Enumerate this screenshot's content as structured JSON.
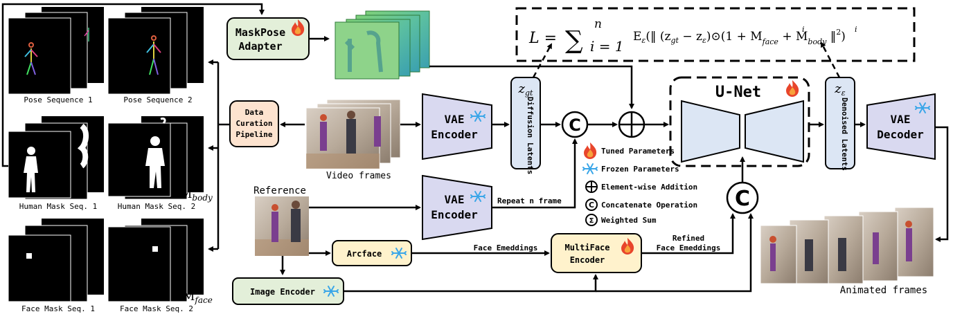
{
  "pose": {
    "seq1_label": "Pose Sequence 1",
    "seq2_label": "Pose Sequence 2"
  },
  "mask": {
    "seq1_label": "Human Mask Seq. 1",
    "seq2_label": "Human Mask Seq. 2",
    "body_tag": "M",
    "body_sub": "body"
  },
  "face": {
    "seq1_label": "Face Mask Seq. 1",
    "seq2_label": "Face Mask Seq. 2",
    "face_tag": "M",
    "face_sub": "face"
  },
  "adapter": {
    "line1": "MaskPose",
    "line2": "Adapter"
  },
  "curation": {
    "line1": "Data",
    "line2": "Curation",
    "line3": "Pipeline"
  },
  "video": {
    "label": "Video frames"
  },
  "reference": {
    "label": "Reference"
  },
  "vae_encoder_top": {
    "line1": "VAE",
    "line2": "Encoder"
  },
  "vae_encoder_bottom": {
    "line1": "VAE",
    "line2": "Encoder",
    "repeat": "Repeat n frame"
  },
  "diffusion_latents": {
    "symbol": "z",
    "sub": "gt",
    "text": "Diffusion Latents"
  },
  "denoised_latents": {
    "symbol": "z",
    "sub": "ε",
    "text": "Denoised Latents"
  },
  "unet": {
    "label": "U-Net"
  },
  "vae_decoder": {
    "line1": "VAE",
    "line2": "Decoder"
  },
  "animated": {
    "label": "Animated frames"
  },
  "arcface": {
    "label": "Arcface",
    "out_label": "Face Emeddings"
  },
  "multiface": {
    "line1": "MultiFace",
    "line2": "Encoder",
    "out_line1": "Refined",
    "out_line2": "Face Emeddings"
  },
  "image_encoder": {
    "label": "Image Encoder"
  },
  "legend": {
    "tuned": "Tuned Parameters",
    "frozen": "Frozen Parameters",
    "add": "Element-wise Addition",
    "concat": "Concatenate Operation",
    "weighted": "Weighted Sum"
  },
  "symbols": {
    "concat": "C",
    "sigma": "Σ"
  },
  "loss": {
    "lhs": "L =",
    "sum": "∑",
    "upper": "n",
    "lower": "i = 1",
    "expectation": "E",
    "exp_sub": "ε",
    "body1": "(‖ (z",
    "zgt_sub": "gt",
    "minus": " − z",
    "zeps_sub": "ε",
    "body2": ")⊙(1 + M",
    "mface_sup": "i",
    "mface_sub": "face",
    "plus": " + M",
    "mbody_sup": "i",
    "mbody_sub": "body",
    "tail": " ‖",
    "tail_sup": "2",
    "close": ")"
  },
  "colors": {
    "green_box": "#e3efd9",
    "orange_box": "#fde3cf",
    "blue_box": "#dce6f4",
    "purple_box": "#d9d9f0",
    "yellow_box": "#fff2cc",
    "flame_outer": "#e8452b",
    "flame_inner": "#f7a23b",
    "snow": "#3aa6e8"
  }
}
